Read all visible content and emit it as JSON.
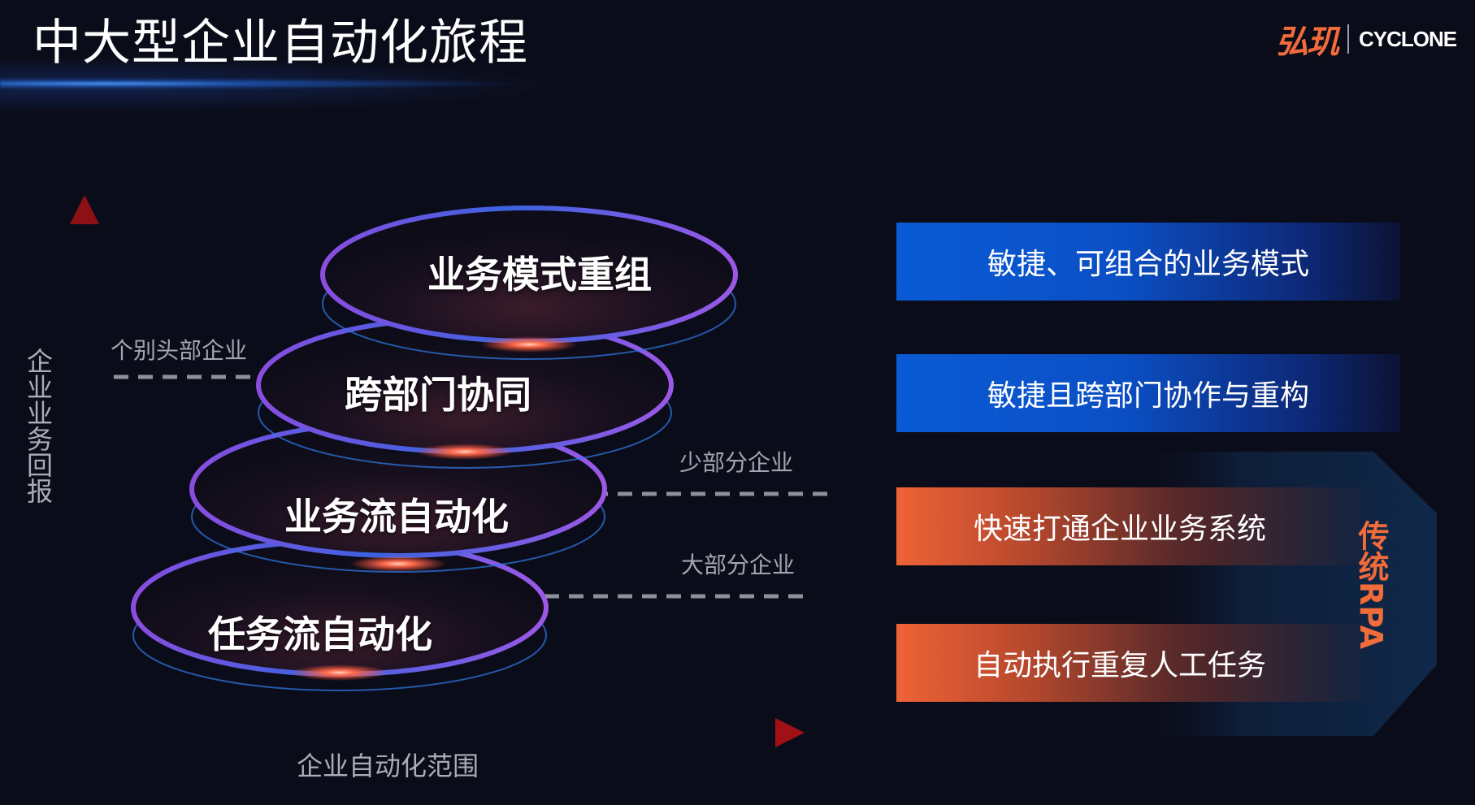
{
  "title": "中大型企业自动化旅程",
  "logo": {
    "cn": "弘玑",
    "en": "CYCLONE"
  },
  "axes": {
    "y_label": "企业业务回报",
    "x_label": "企业自动化范围"
  },
  "levels": [
    {
      "label": "任务流自动化"
    },
    {
      "label": "业务流自动化"
    },
    {
      "label": "跨部门协同"
    },
    {
      "label": "业务模式重组"
    }
  ],
  "notes": {
    "few_leaders": "个别头部企业",
    "minority": "少部分企业",
    "majority": "大部分企业"
  },
  "bars": [
    {
      "text": "敏捷、可组合的业务模式",
      "style": "blue"
    },
    {
      "text": "敏捷且跨部门协作与重构",
      "style": "blue"
    },
    {
      "text": "快速打通企业业务系统",
      "style": "orange"
    },
    {
      "text": "自动执行重复人工任务",
      "style": "orange"
    }
  ],
  "rpa_label": "传统RPA",
  "colors": {
    "accent_orange": "#f26b3a",
    "bar_blue": "#0a5bd6",
    "background": "#0b0c19"
  }
}
